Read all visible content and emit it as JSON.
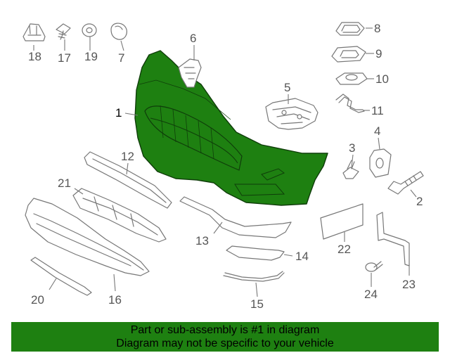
{
  "diagram": {
    "highlight_color": "#1e8011",
    "part_color": "#777777",
    "callouts": {
      "c1": "1",
      "c2": "2",
      "c3": "3",
      "c4": "4",
      "c5": "5",
      "c6": "6",
      "c7": "7",
      "c8": "8",
      "c9": "9",
      "c10": "10",
      "c11": "11",
      "c12": "12",
      "c13": "13",
      "c14": "14",
      "c15": "15",
      "c16": "16",
      "c17": "17",
      "c18": "18",
      "c19": "19",
      "c20": "20",
      "c21": "21",
      "c22": "22",
      "c23": "23",
      "c24": "24"
    }
  },
  "banner": {
    "line1": "Part or sub-assembly is #1 in diagram",
    "line2": "Diagram may not be specific to your vehicle",
    "background": "#1e8011"
  }
}
